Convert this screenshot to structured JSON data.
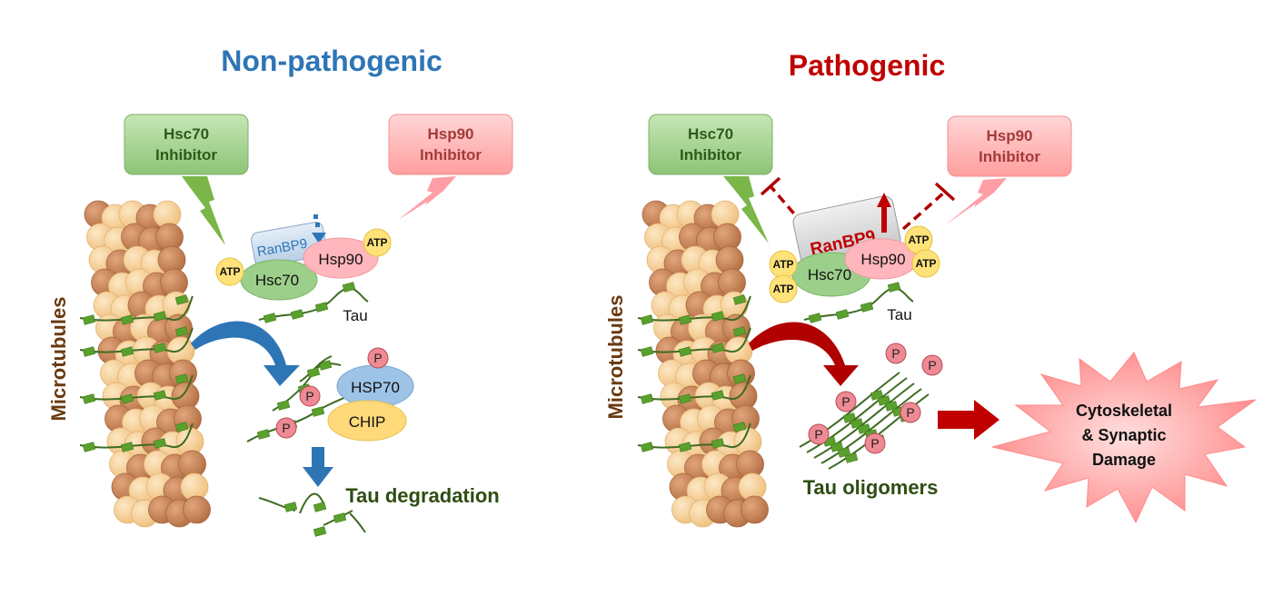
{
  "colors": {
    "non_pathogenic_title": "#2e75b6",
    "pathogenic_title": "#c00000",
    "hsc70_box": "#9fd08a",
    "hsp90_box": "#ffb3b3",
    "hsc70": "#9ccf8a",
    "hsp90": "#ffb7bd",
    "hsp70": "#9dc3e6",
    "chip": "#ffd97a",
    "atp": "#ffe27a",
    "phospho": "#ee8a94",
    "tau_strand": "#3f6b22",
    "tau_segment": "#5aa02c",
    "microtubule_light": "#f4cd90",
    "microtubule_dark": "#c8875a",
    "blue_arrow": "#2e75b6",
    "red_arrow": "#b00000"
  },
  "left": {
    "title": "Non-pathogenic",
    "hsc70_inhibitor": [
      "Hsc70",
      "Inhibitor"
    ],
    "hsp90_inhibitor": [
      "Hsp90",
      "Inhibitor"
    ],
    "ranbp9": "RanBP9",
    "hsc70": "Hsc70",
    "hsp90": "Hsp90",
    "atp": "ATP",
    "tau": "Tau",
    "hsp70": "HSP70",
    "chip": "CHIP",
    "phospho": "P",
    "microtubules": "Microtubules",
    "outcome": "Tau degradation"
  },
  "right": {
    "title": "Pathogenic",
    "hsc70_inhibitor": [
      "Hsc70",
      "Inhibitor"
    ],
    "hsp90_inhibitor": [
      "Hsp90",
      "Inhibitor"
    ],
    "ranbp9": "RanBP9",
    "hsc70": "Hsc70",
    "hsp90": "Hsp90",
    "atp": "ATP",
    "tau": "Tau",
    "phospho": "P",
    "microtubules": "Microtubules",
    "outcome": "Tau oligomers",
    "damage": [
      "Cytoskeletal",
      "& Synaptic",
      "Damage"
    ]
  }
}
